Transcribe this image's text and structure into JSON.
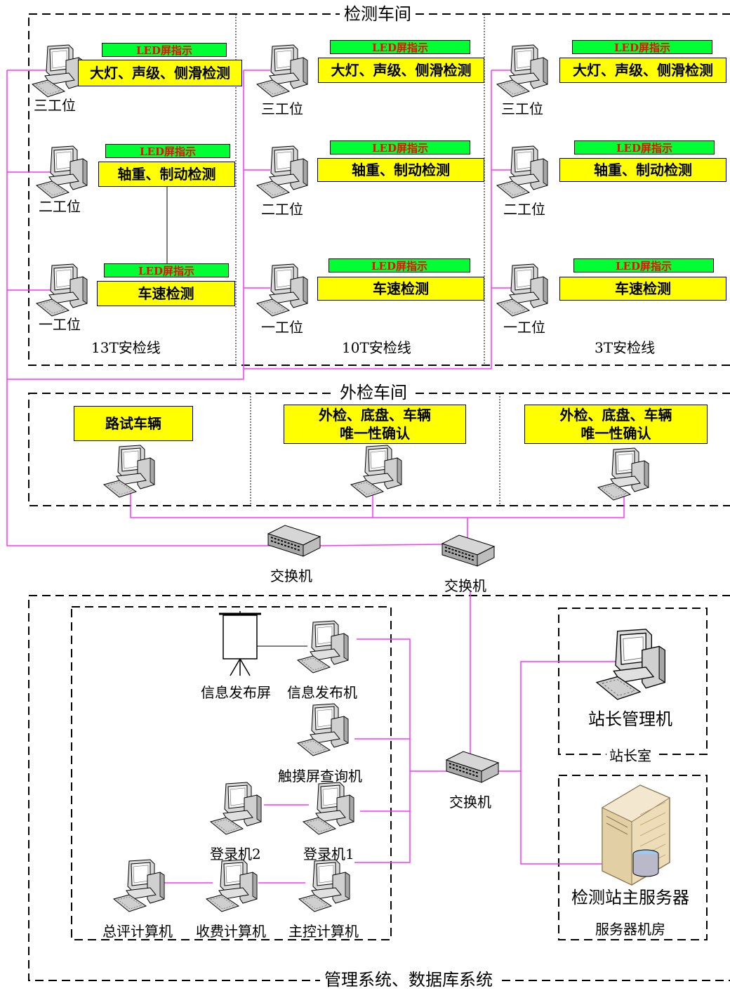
{
  "colors": {
    "link": "#ff33ff",
    "led_bg": "#00ff33",
    "led_text": "#ff0000",
    "box_bg": "#ffff00"
  },
  "sections": {
    "inspection_hall": "检测车间",
    "exterior_hall": "外检车间",
    "management": "管理系统、数据库系统"
  },
  "lines": [
    {
      "name": "13T安检线",
      "stations": [
        {
          "led": "LED屏指示",
          "task": "大灯、声级、侧滑检测",
          "position": "三工位"
        },
        {
          "led": "LED屏指示",
          "task": "轴重、制动检测",
          "position": "二工位"
        },
        {
          "led": "LED屏指示",
          "task": "车速检测",
          "position": "一工位"
        }
      ]
    },
    {
      "name": "10T安检线",
      "stations": [
        {
          "led": "LED屏指示",
          "task": "大灯、声级、侧滑检测",
          "position": "三工位"
        },
        {
          "led": "LED屏指示",
          "task": "轴重、制动检测",
          "position": "二工位"
        },
        {
          "led": "LED屏指示",
          "task": "车速检测",
          "position": "一工位"
        }
      ]
    },
    {
      "name": "3T安检线",
      "stations": [
        {
          "led": "LED屏指示",
          "task": "大灯、声级、侧滑检测",
          "position": "三工位"
        },
        {
          "led": "LED屏指示",
          "task": "轴重、制动检测",
          "position": "二工位"
        },
        {
          "led": "LED屏指示",
          "task": "车速检测",
          "position": "一工位"
        }
      ]
    }
  ],
  "exterior": [
    {
      "task": "路试车辆"
    },
    {
      "task": "外检、底盘、车辆\n唯一性确认"
    },
    {
      "task": "外检、底盘、车辆\n唯一性确认"
    }
  ],
  "switches": [
    "交换机",
    "交换机",
    "交换机"
  ],
  "management": {
    "info_screen": "信息发布屏",
    "info_pc": "信息发布机",
    "touch_query": "触摸屏查询机",
    "login2": "登录机2",
    "login1": "登录机1",
    "evaluation": "总评计算机",
    "billing": "收费计算机",
    "master_control": "主控计算机",
    "station_manager_pc": "站长管理机",
    "station_manager_room": "站长室",
    "main_server": "检测站主服务器",
    "server_room": "服务器机房"
  }
}
